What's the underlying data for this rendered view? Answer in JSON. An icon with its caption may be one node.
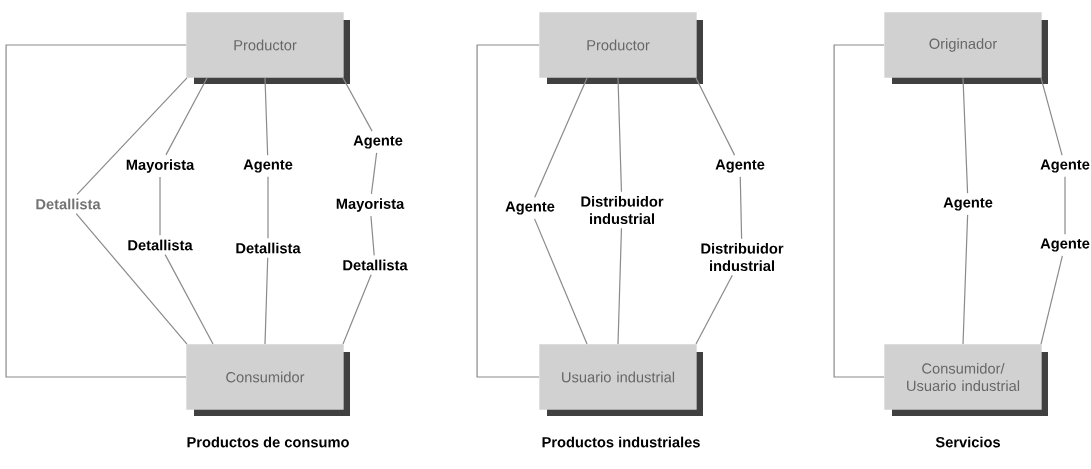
{
  "diagram": {
    "nodes": [
      {
        "text": [
          "Productor"
        ]
      },
      {
        "text": [
          "Detallista"
        ]
      },
      {
        "text": [
          "Mayorista"
        ]
      },
      {
        "text": [
          "Agente"
        ]
      },
      {
        "text": [
          "Agente"
        ]
      },
      {
        "text": [
          "Detallista"
        ]
      },
      {
        "text": [
          "Detallista"
        ]
      },
      {
        "text": [
          "Mayorista"
        ]
      },
      {
        "text": [
          "Detallista"
        ]
      },
      {
        "text": [
          "Consumidor"
        ]
      },
      {
        "text": [
          "Productor"
        ]
      },
      {
        "text": [
          "Agente"
        ]
      },
      {
        "text": [
          "Distribuidor industrial"
        ]
      },
      {
        "text": [
          "Agente"
        ]
      },
      {
        "text": [
          "Distribuidor industrial"
        ]
      },
      {
        "text": [
          "Usuario industrial"
        ]
      },
      {
        "text": [
          "Originador"
        ]
      },
      {
        "text": [
          "Agente"
        ]
      },
      {
        "text": [
          "Agente"
        ]
      },
      {
        "text": [
          "Agente"
        ]
      },
      {
        "text": [
          "Consumidor/ Usuario industrial"
        ]
      }
    ],
    "edges": [
      {
        "from": 0,
        "to": 9,
        "arrow": "none"
      },
      {
        "from": 0,
        "to": 1,
        "arrow": "none"
      },
      {
        "from": 1,
        "to": 9,
        "arrow": "none"
      },
      {
        "from": 0,
        "to": 2,
        "arrow": "none"
      },
      {
        "from": 2,
        "to": 5,
        "arrow": "none"
      },
      {
        "from": 5,
        "to": 9,
        "arrow": "none"
      },
      {
        "from": 0,
        "to": 3,
        "arrow": "none"
      },
      {
        "from": 3,
        "to": 6,
        "arrow": "none"
      },
      {
        "from": 6,
        "to": 9,
        "arrow": "none"
      },
      {
        "from": 0,
        "to": 4,
        "arrow": "none"
      },
      {
        "from": 4,
        "to": 7,
        "arrow": "none"
      },
      {
        "from": 7,
        "to": 8,
        "arrow": "none"
      },
      {
        "from": 8,
        "to": 9,
        "arrow": "none"
      },
      {
        "from": 10,
        "to": 15,
        "arrow": "none"
      },
      {
        "from": 10,
        "to": 11,
        "arrow": "none"
      },
      {
        "from": 11,
        "to": 15,
        "arrow": "none"
      },
      {
        "from": 10,
        "to": 12,
        "arrow": "none"
      },
      {
        "from": 12,
        "to": 15,
        "arrow": "none"
      },
      {
        "from": 10,
        "to": 13,
        "arrow": "none"
      },
      {
        "from": 13,
        "to": 14,
        "arrow": "none"
      },
      {
        "from": 14,
        "to": 15,
        "arrow": "none"
      },
      {
        "from": 16,
        "to": 20,
        "arrow": "none"
      },
      {
        "from": 16,
        "to": 17,
        "arrow": "none"
      },
      {
        "from": 17,
        "to": 20,
        "arrow": "none"
      },
      {
        "from": 16,
        "to": 18,
        "arrow": "none"
      },
      {
        "from": 18,
        "to": 19,
        "arrow": "none"
      },
      {
        "from": 19,
        "to": 20,
        "arrow": "none"
      }
    ],
    "labels": [
      "Productos de consumo",
      "Productos industriales",
      "Servicios"
    ]
  }
}
